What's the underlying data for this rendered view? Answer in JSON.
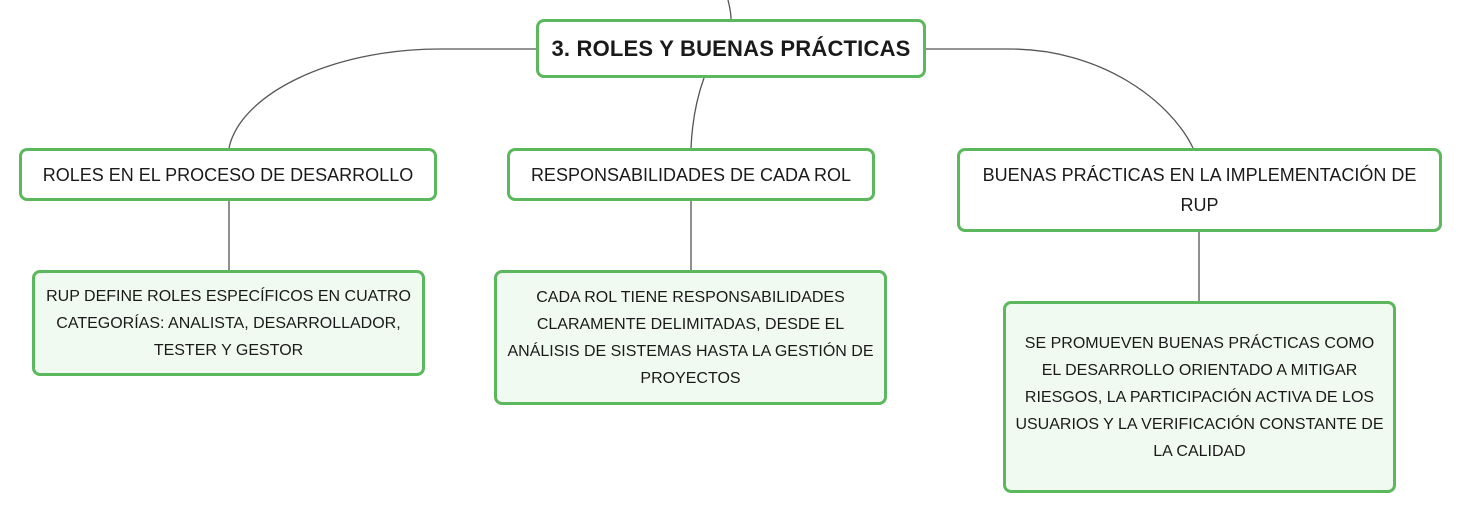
{
  "mindmap": {
    "root": {
      "label": "3. ROLES Y BUENAS PRÁCTICAS"
    },
    "branches": [
      {
        "label": "ROLES EN EL PROCESO DE DESARROLLO",
        "detail": "RUP DEFINE ROLES ESPECÍFICOS EN CUATRO CATEGORÍAS: ANALISTA, DESARROLLADOR, TESTER Y GESTOR"
      },
      {
        "label": "RESPONSABILIDADES DE CADA ROL",
        "detail": "CADA ROL TIENE RESPONSABILIDADES CLARAMENTE DELIMITADAS, DESDE EL ANÁLISIS DE SISTEMAS HASTA LA GESTIÓN DE PROYECTOS"
      },
      {
        "label": "BUENAS PRÁCTICAS EN LA IMPLEMENTACIÓN DE RUP",
        "detail": "SE PROMUEVEN BUENAS PRÁCTICAS COMO EL DESARROLLO ORIENTADO A MITIGAR RIESGOS, LA PARTICIPACIÓN ACTIVA DE LOS USUARIOS Y LA VERIFICACIÓN CONSTANTE DE LA CALIDAD"
      }
    ],
    "colors": {
      "node_border": "#5cb85c",
      "leaf_fill": "#f1faf1",
      "connector": "#555555"
    }
  }
}
